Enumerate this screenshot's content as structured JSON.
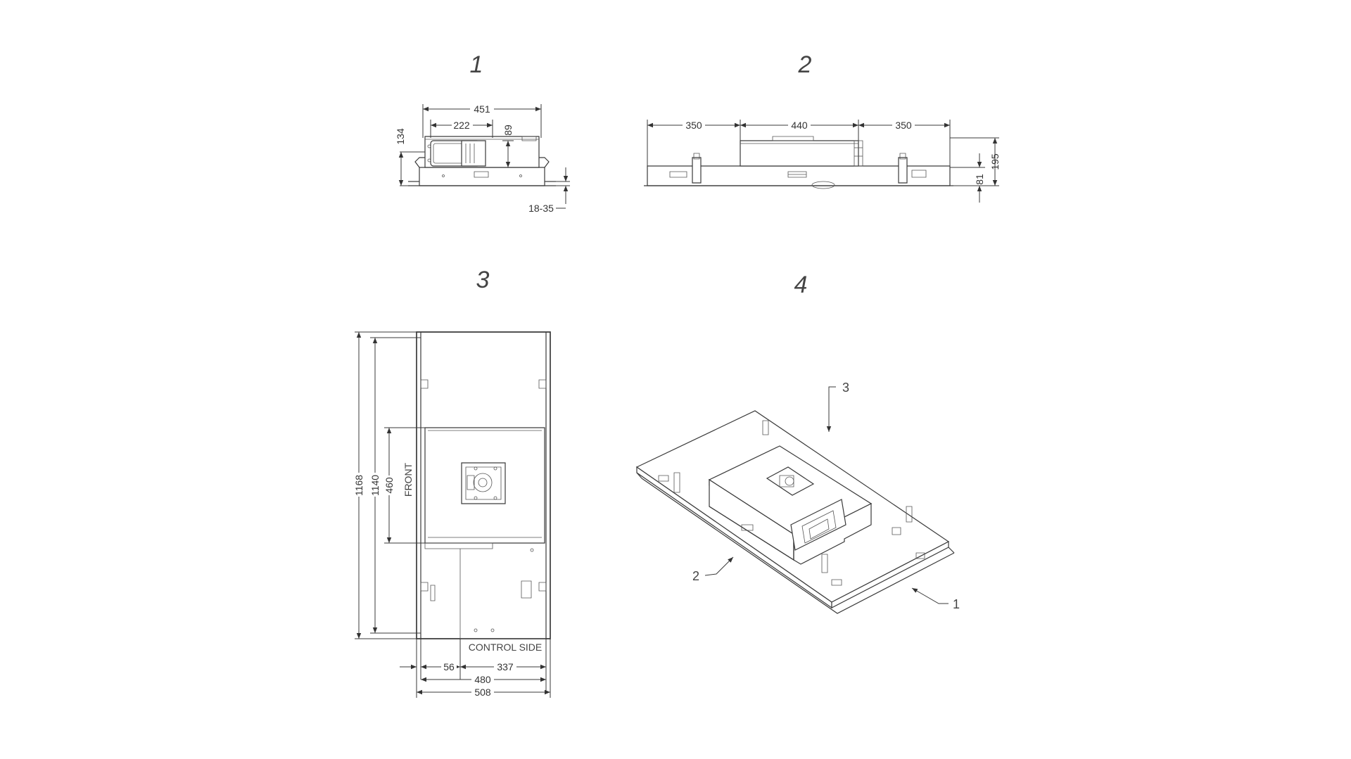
{
  "views": {
    "view1": {
      "number": "1",
      "dims": {
        "width": "451",
        "inner": "222",
        "height": "134",
        "box": "89",
        "flange": "18-35"
      }
    },
    "view2": {
      "number": "2",
      "dims": {
        "left": "350",
        "center": "440",
        "right": "350",
        "height": "195",
        "lower": "81"
      }
    },
    "view3": {
      "number": "3",
      "dims": {
        "outer_h": "1168",
        "inner_h": "1140",
        "box_h": "460",
        "offset": "56",
        "box_w": "337",
        "inner_w": "480",
        "outer_w": "508"
      },
      "labels": {
        "front": "FRONT",
        "control_side": "CONTROL SIDE"
      }
    },
    "view4": {
      "number": "4",
      "callouts": {
        "c1": "1",
        "c2": "2",
        "c3": "3"
      }
    }
  }
}
